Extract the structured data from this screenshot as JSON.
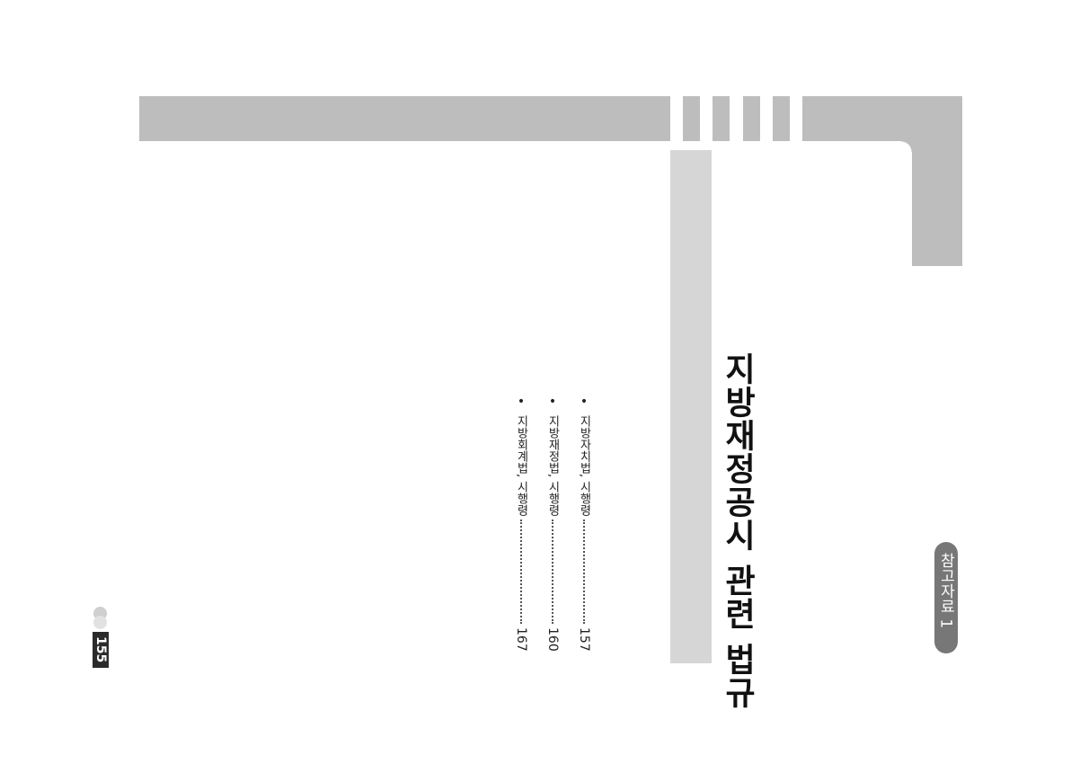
{
  "appendix_tab": {
    "label": "참고자료 1"
  },
  "title": "지방재정공시 관련 법규",
  "toc": [
    {
      "label": "지방자치법, 시행령",
      "page": "157"
    },
    {
      "label": "지방재정법, 시행령",
      "page": "160"
    },
    {
      "label": "지방회계법, 시행령",
      "page": "167"
    }
  ],
  "page_number": "155",
  "colors": {
    "bar_gray": "#bdbdbd",
    "light_bar": "#d6d6d6",
    "tab_gray": "#777777",
    "badge_dark": "#2b2b2b"
  }
}
